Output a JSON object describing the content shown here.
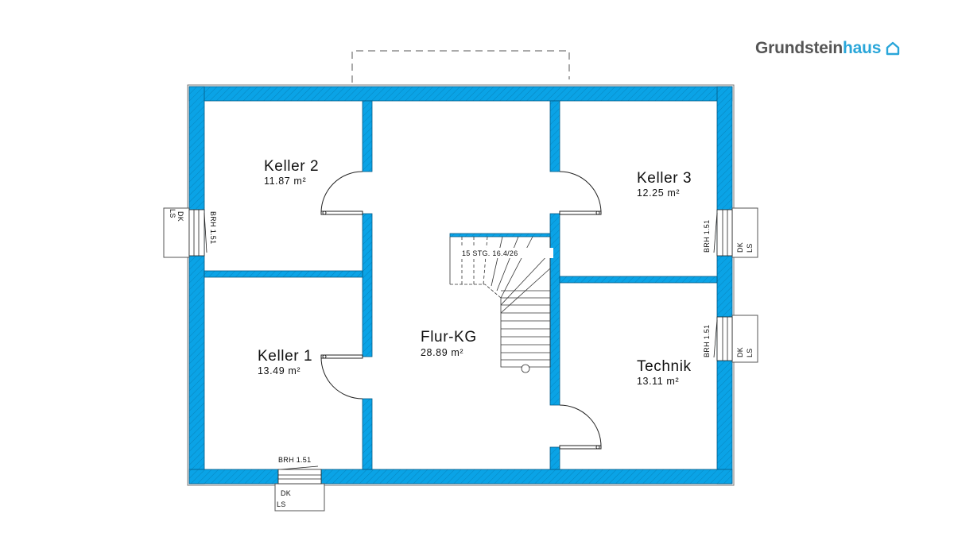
{
  "brand": {
    "name_part1": "Grundstein",
    "name_part2": "haus",
    "icon": "house-outline-icon",
    "accent_color": "#29a6d9",
    "text_color": "#555555"
  },
  "plan": {
    "wall_color": "#0aa3e6",
    "rooms": {
      "keller2": {
        "name": "Keller 2",
        "area": "11.87 m²"
      },
      "keller3": {
        "name": "Keller 3",
        "area": "12.25 m²"
      },
      "keller1": {
        "name": "Keller 1",
        "area": "13.49 m²"
      },
      "flur": {
        "name": "Flur-KG",
        "area": "28.89 m²"
      },
      "technik": {
        "name": "Technik",
        "area": "13.11 m²"
      }
    },
    "stairs": {
      "label": "15 STG. 16.4/26"
    },
    "windows": {
      "left": {
        "brh": "BRH 1.51",
        "dk": "DK",
        "ls": "LS"
      },
      "right_upper": {
        "brh": "BRH 1.51",
        "dk": "DK",
        "ls": "LS"
      },
      "right_lower": {
        "brh": "BRH 1.51",
        "dk": "DK",
        "ls": "LS"
      },
      "bottom": {
        "brh": "BRH 1.51",
        "dk": "DK",
        "ls": "LS"
      }
    }
  }
}
